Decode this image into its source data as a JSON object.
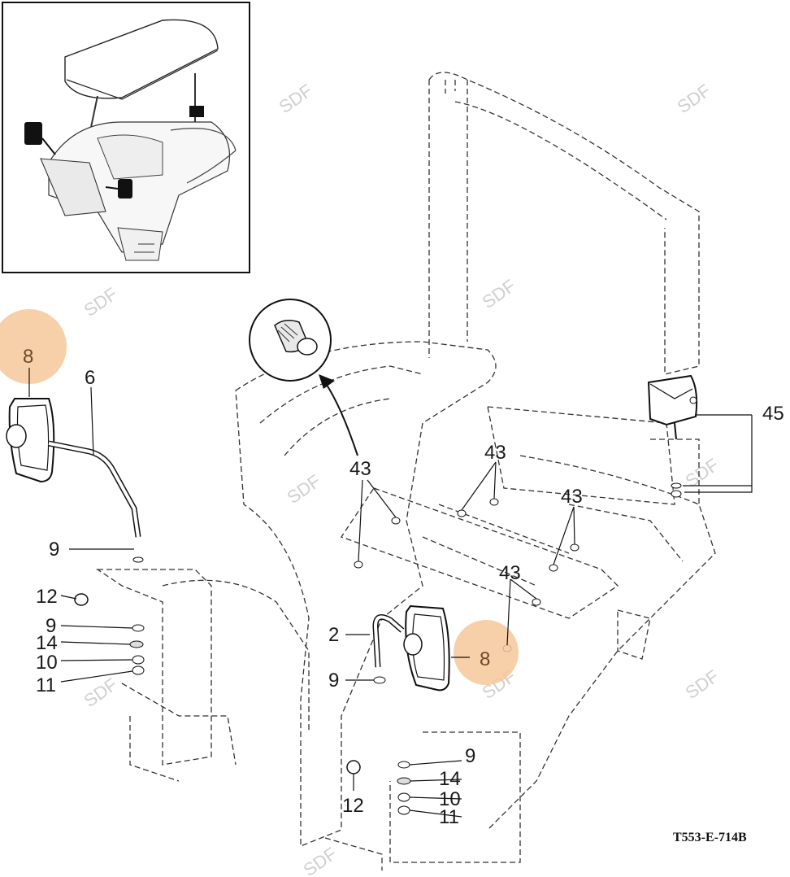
{
  "diagram": {
    "drawing_code": "T553-E-714B",
    "watermark": "SDF",
    "callouts": {
      "c8_left": "8",
      "c6": "6",
      "c9_left": "9",
      "c12_left": "12",
      "c9_left_b": "9",
      "c14_left": "14",
      "c10_left": "10",
      "c11_left": "11",
      "c43_a": "43",
      "c43_b": "43",
      "c43_c": "43",
      "c43_d": "43",
      "c45": "45",
      "c2": "2",
      "c8_right": "8",
      "c9_right": "9",
      "c12_right": "12",
      "c9_right_b": "9",
      "c14_right": "14",
      "c10_right": "10",
      "c11_right": "11"
    },
    "highlight_color": "#f6c79a"
  }
}
